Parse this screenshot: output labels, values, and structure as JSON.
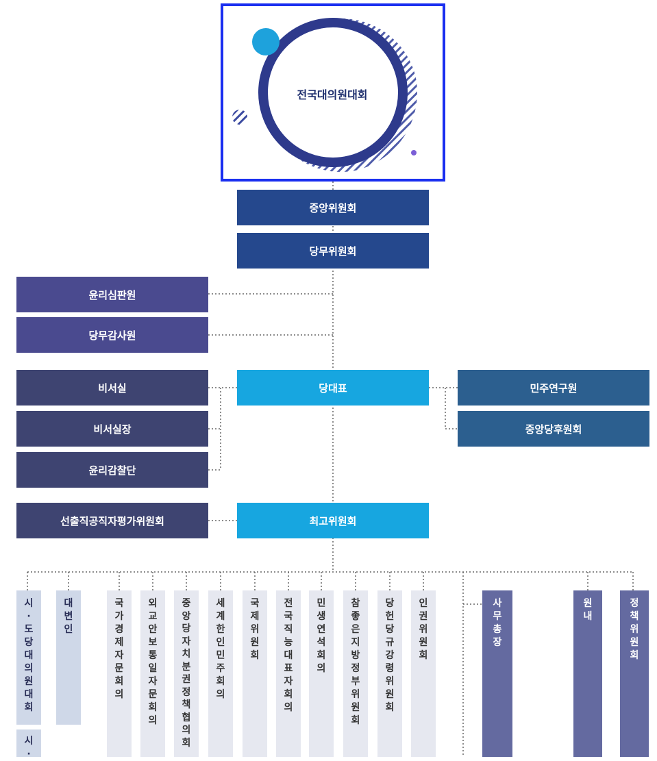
{
  "top": {
    "title": "전국대의원대회"
  },
  "center_column": {
    "central_committee": "중앙위원회",
    "party_affairs_committee": "당무위원회",
    "party_leader": "당대표",
    "supreme_council": "최고위원회"
  },
  "left_upper": [
    "윤리심판원",
    "당무감사원"
  ],
  "left_middle": [
    "비서실",
    "비서실장",
    "윤리감찰단"
  ],
  "left_lower": "선출직공직자평가위원회",
  "right_side": [
    "민주연구원",
    "중앙당후원회"
  ],
  "bottom_columns": [
    {
      "label": "시·도당대의원대회",
      "chars": [
        "시",
        "·",
        "도",
        "당",
        "대",
        "의",
        "원",
        "대",
        "회"
      ]
    },
    {
      "label": "시·",
      "chars": [
        "시",
        "·"
      ]
    },
    {
      "label": "대변인",
      "chars": [
        "대",
        "변",
        "인"
      ]
    },
    {
      "label": "국가경제자문회의",
      "chars": [
        "국",
        "가",
        "경",
        "제",
        "자",
        "문",
        "회",
        "의"
      ]
    },
    {
      "label": "외교안보통일자문회의",
      "chars": [
        "외",
        "교",
        "안",
        "보",
        "통",
        "일",
        "자",
        "문",
        "회",
        "의"
      ]
    },
    {
      "label": "중앙당자치분권정책협의회",
      "chars": [
        "중",
        "앙",
        "당",
        "자",
        "치",
        "분",
        "권",
        "정",
        "책",
        "협",
        "의",
        "회"
      ]
    },
    {
      "label": "세계한인민주회의",
      "chars": [
        "세",
        "계",
        "한",
        "인",
        "민",
        "주",
        "회",
        "의"
      ]
    },
    {
      "label": "국제위원회",
      "chars": [
        "국",
        "제",
        "위",
        "원",
        "회"
      ]
    },
    {
      "label": "전국직능대표자회의",
      "chars": [
        "전",
        "국",
        "직",
        "능",
        "대",
        "표",
        "자",
        "회",
        "의"
      ]
    },
    {
      "label": "민생연석회의",
      "chars": [
        "민",
        "생",
        "연",
        "석",
        "회",
        "의"
      ]
    },
    {
      "label": "참좋은지방정부위원회",
      "chars": [
        "참",
        "좋",
        "은",
        "지",
        "방",
        "정",
        "부",
        "위",
        "원",
        "회"
      ]
    },
    {
      "label": "당헌당규강령위원회",
      "chars": [
        "당",
        "헌",
        "당",
        "규",
        "강",
        "령",
        "위",
        "원",
        "회"
      ]
    },
    {
      "label": "인권위원회",
      "chars": [
        "인",
        "권",
        "위",
        "원",
        "회"
      ]
    },
    {
      "label": "사무총장",
      "chars": [
        "사",
        "무",
        "총",
        "장"
      ]
    },
    {
      "label": "원내",
      "chars": [
        "원",
        "내"
      ]
    },
    {
      "label": "정책위원회",
      "chars": [
        "정",
        "책",
        "위",
        "원",
        "회"
      ]
    }
  ],
  "colors": {
    "frame_border": "#1a2ff0",
    "navy": "#25488d",
    "purple": "#4a4a8f",
    "slate": "#3e4471",
    "sky": "#17a6e0",
    "teal": "#2c5f8f",
    "column_light": "#cfd8e8",
    "column_pale": "#e6e8f0",
    "column_dark": "#646aa0"
  }
}
